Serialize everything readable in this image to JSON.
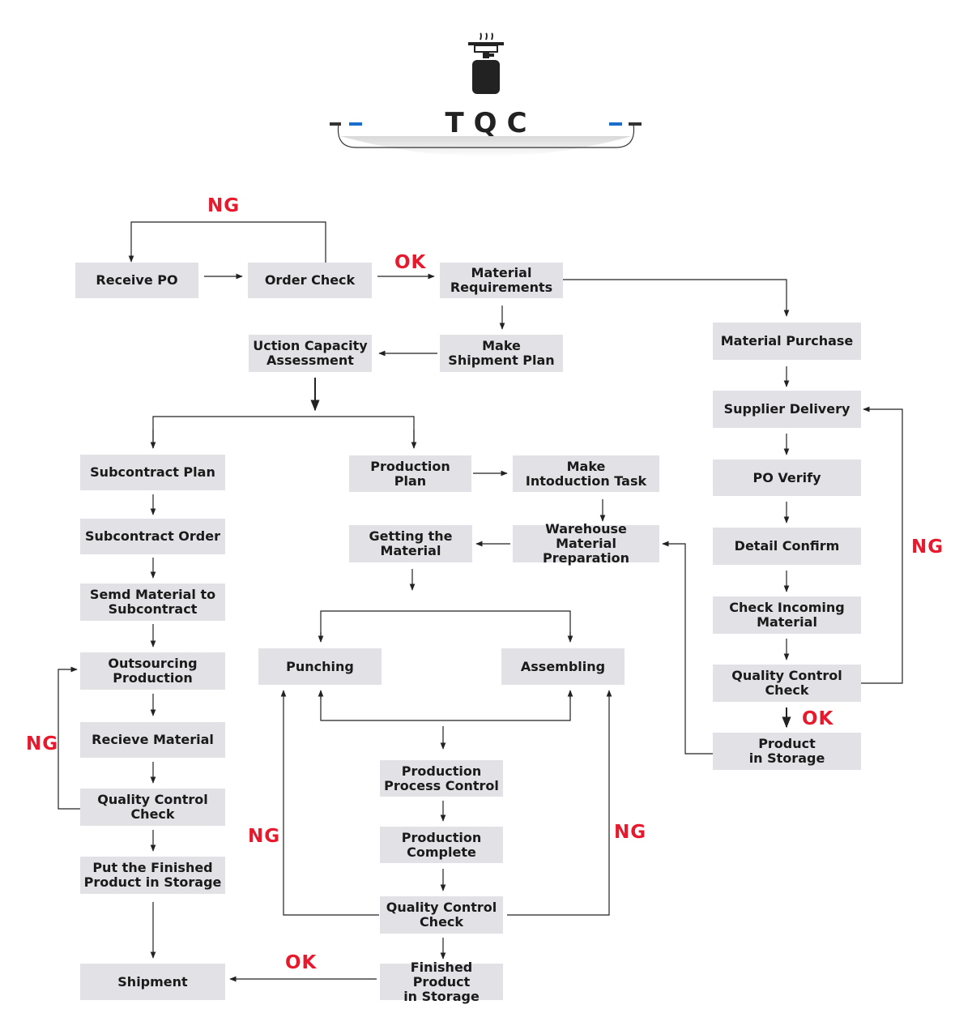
{
  "header": {
    "title": "TQC",
    "icon": "gas-stove-icon"
  },
  "colors": {
    "box": "#e1e1e6",
    "label": "#e8192c",
    "line": "#222222",
    "accent": "#1a6fcc"
  },
  "nodes": {
    "receive_po": "Receive PO",
    "order_check": "Order Check",
    "material_requirements": "Material\nRequirements",
    "make_shipment_plan": "Make\nShipment Plan",
    "capacity_assessment": "Uction Capacity\nAssessment",
    "material_purchase": "Material Purchase",
    "supplier_delivery": "Supplier Delivery",
    "po_verify": "PO Verify",
    "detail_confirm": "Detail Confirm",
    "check_incoming": "Check Incoming\nMaterial",
    "qc_right": "Quality Control\nCheck",
    "product_storage": "Product\nin Storage",
    "subcontract_plan": "Subcontract Plan",
    "subcontract_order": "Subcontract Order",
    "send_material": "Semd Material to\nSubcontract",
    "outsourcing_production": "Outsourcing\nProduction",
    "recieve_material": "Recieve Material",
    "qc_left": "Quality Control\nCheck",
    "put_finished": "Put the Finished\nProduct in Storage",
    "shipment": "Shipment",
    "production_plan": "Production Plan",
    "make_intoduction_task": "Make\nIntoduction Task",
    "warehouse_prep": "Warehouse\nMaterial Preparation",
    "getting_material": "Getting the\nMaterial",
    "punching": "Punching",
    "assembling": "Assembling",
    "process_control": "Production\nProcess Control",
    "production_complete": "Production\nComplete",
    "qc_center": "Quality Control\nCheck",
    "finished_storage": "Finished Product\nin Storage"
  },
  "labels": {
    "ng_top": "NG",
    "ok_top": "OK",
    "ng_right": "NG",
    "ok_right": "OK",
    "ng_left": "NG",
    "ng_center_left": "NG",
    "ng_center_right": "NG",
    "ok_bottom": "OK"
  }
}
